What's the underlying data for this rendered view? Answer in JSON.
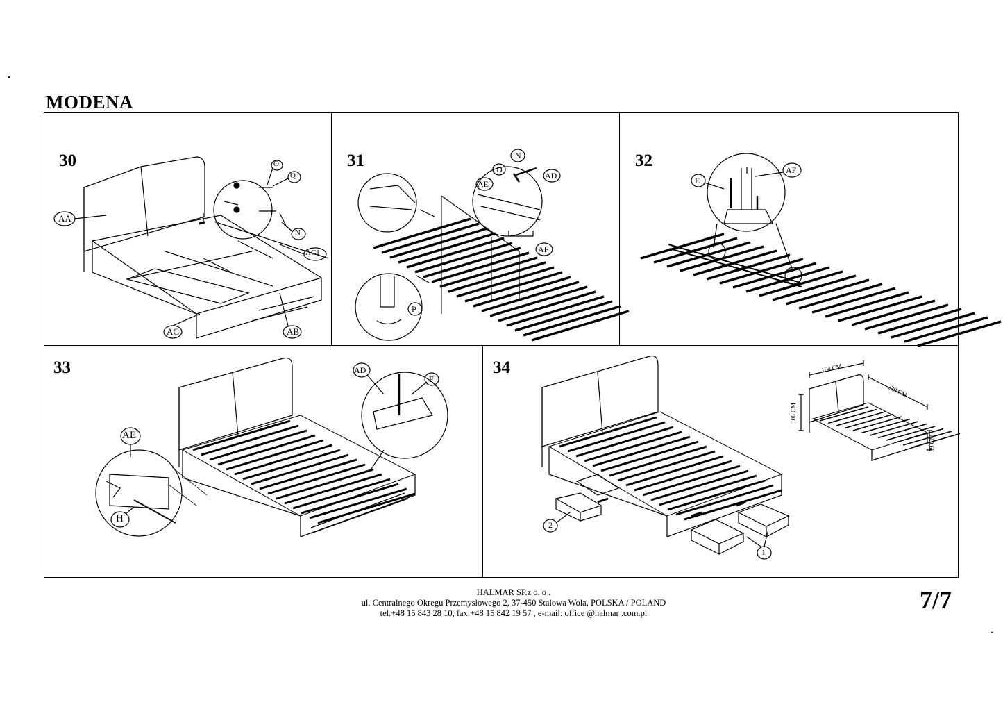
{
  "document": {
    "title": "MODENA",
    "page_number": "7/7"
  },
  "steps": [
    {
      "number": "30",
      "labels": [
        "AA",
        "AC",
        "AB",
        "AC1",
        "O",
        "Q",
        "N"
      ]
    },
    {
      "number": "31",
      "labels": [
        "N",
        "D",
        "AE",
        "AD",
        "AF",
        "P"
      ]
    },
    {
      "number": "32",
      "labels": [
        "E",
        "AF"
      ]
    },
    {
      "number": "33",
      "labels": [
        "AE",
        "H",
        "AD",
        "F"
      ]
    },
    {
      "number": "34",
      "labels": [
        "2",
        "1"
      ]
    }
  ],
  "dimensions": {
    "width": "164 CM",
    "length": "220 CM",
    "height": "106 CM",
    "leg_height": "39 CM"
  },
  "footer": {
    "company": "HALMAR SP.z o. o .",
    "address": "ul. Centralnego Okregu Przemyslowego 2, 37-450 Stalowa Wola, POLSKA / POLAND",
    "contact": "tel.+48 15 843 28 10, fax:+48 15 842 19 57 , e-mail: office @halmar .com.pl"
  }
}
